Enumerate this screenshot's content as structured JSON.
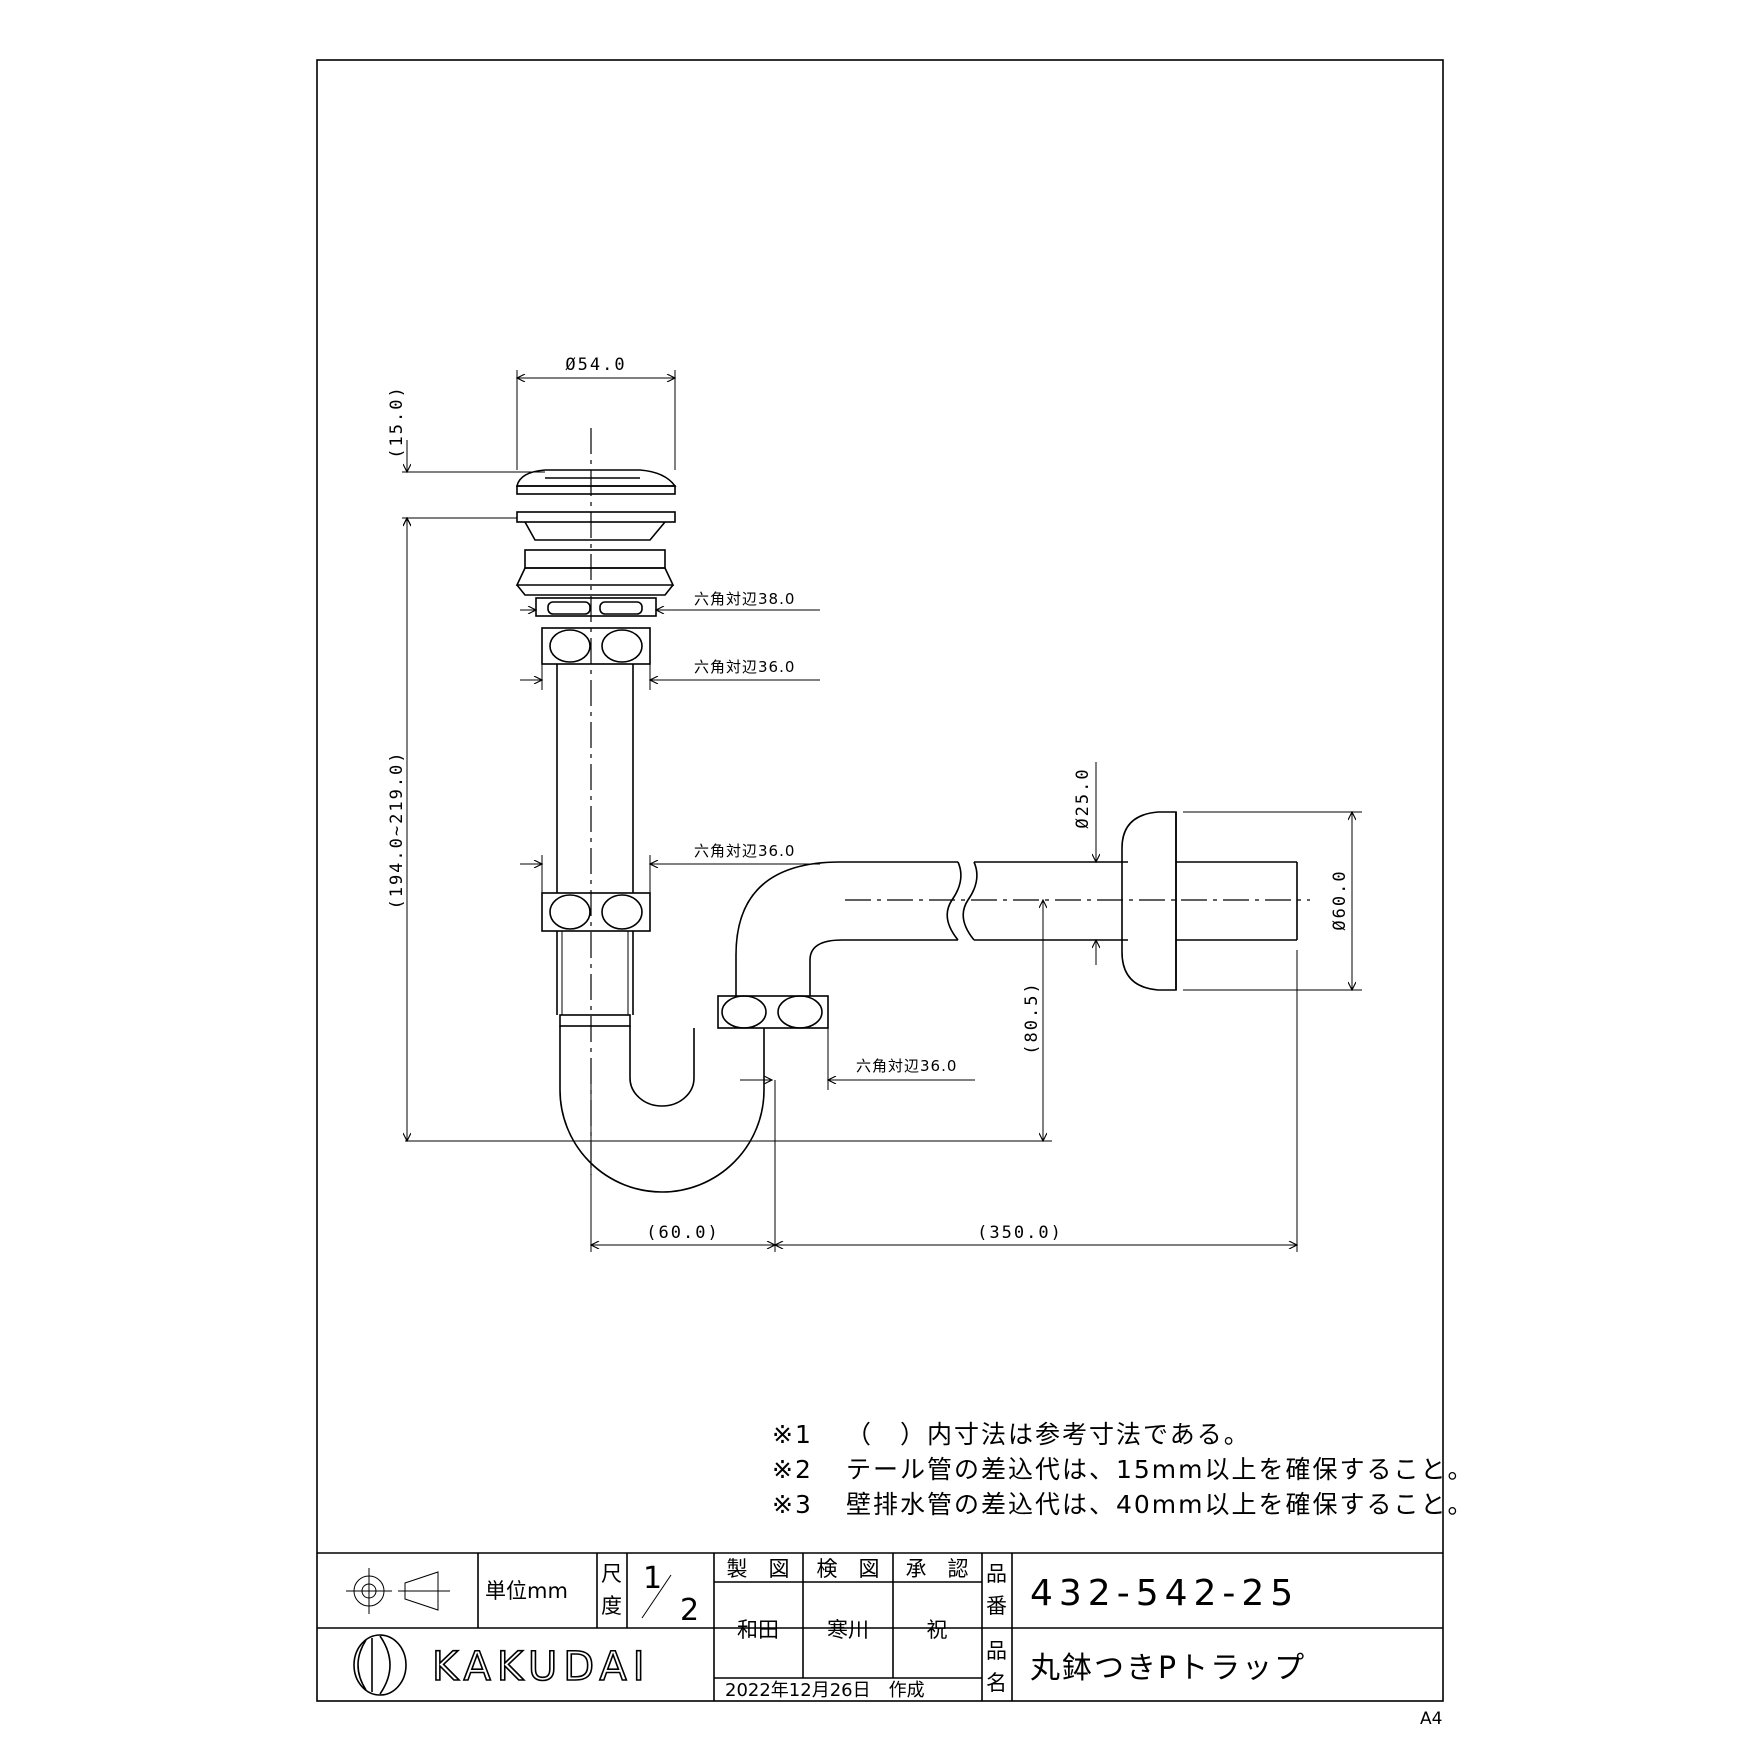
{
  "dimensions": {
    "cap_diameter": "Ø54.0",
    "cap_height": "(15.0)",
    "total_height": "(194.0~219.0)",
    "hex_nut_top": "六角対辺38.0",
    "hex_nut_upper": "六角対辺36.0",
    "hex_nut_middle": "六角対辺36.0",
    "hex_nut_trap": "六角対辺36.0",
    "wall_pipe_diameter": "Ø25.0",
    "flange_diameter": "Ø60.0",
    "trap_height": "(80.5)",
    "trap_width": "(60.0)",
    "horizontal_length": "(350.0)"
  },
  "notes": [
    {
      "mark": "※1",
      "text": "（　）内寸法は参考寸法である。"
    },
    {
      "mark": "※2",
      "text": "テール管の差込代は、15mm以上を確保すること。"
    },
    {
      "mark": "※3",
      "text": "壁排水管の差込代は、40mm以上を確保すること。"
    }
  ],
  "title_block": {
    "unit_label": "単位mm",
    "scale_label_1": "尺",
    "scale_label_2": "度",
    "scale_num": "1",
    "scale_den": "2",
    "drawn_label": "製　図",
    "checked_label": "検　図",
    "approved_label": "承　認",
    "drawn_by": "和田",
    "checked_by": "寒川",
    "approved_by": "祝",
    "part_no_label_1": "品",
    "part_no_label_2": "番",
    "part_no": "432-542-25",
    "part_name_label_1": "品",
    "part_name_label_2": "名",
    "part_name": "丸鉢つきPトラップ",
    "date": "2022年12月26日　作成",
    "company": "KAKUDAI",
    "sheet_size": "A4"
  }
}
